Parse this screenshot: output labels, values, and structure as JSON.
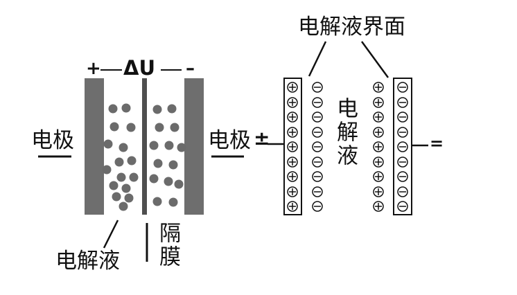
{
  "left_diagram": {
    "voltage": {
      "plus": "+",
      "label": "ΔU",
      "minus": "–"
    },
    "electrode_label": "电极",
    "electrolyte_label": "电解液",
    "separator_label": "隔膜"
  },
  "right_diagram": {
    "electrode_label": "电极",
    "electrode_sign": "±",
    "interface_label": "电解液界面",
    "electrolyte_label": "电解液",
    "right_terminal_sign": "="
  },
  "icons": {
    "ion": "ion-dot",
    "positive": "positive-charge-icon",
    "negative": "negative-charge-icon"
  },
  "colors": {
    "electrode": "#6e6e6e",
    "separator": "#4f4f4f",
    "ion": "#6b6b6b",
    "line": "#111111"
  }
}
